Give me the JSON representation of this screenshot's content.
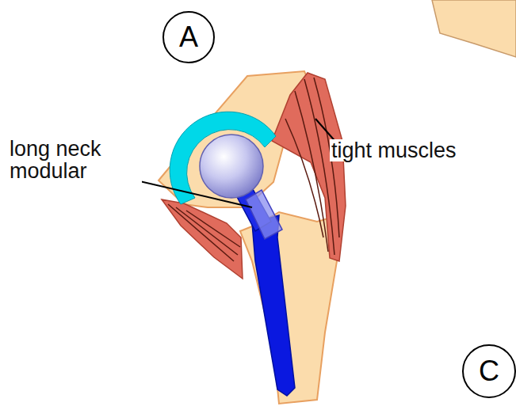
{
  "diagram": {
    "nodes": [
      {
        "text": [
          "A"
        ]
      },
      {
        "text": [
          "C"
        ]
      }
    ],
    "labels": [
      "long neck modular",
      "tight muscles"
    ]
  }
}
